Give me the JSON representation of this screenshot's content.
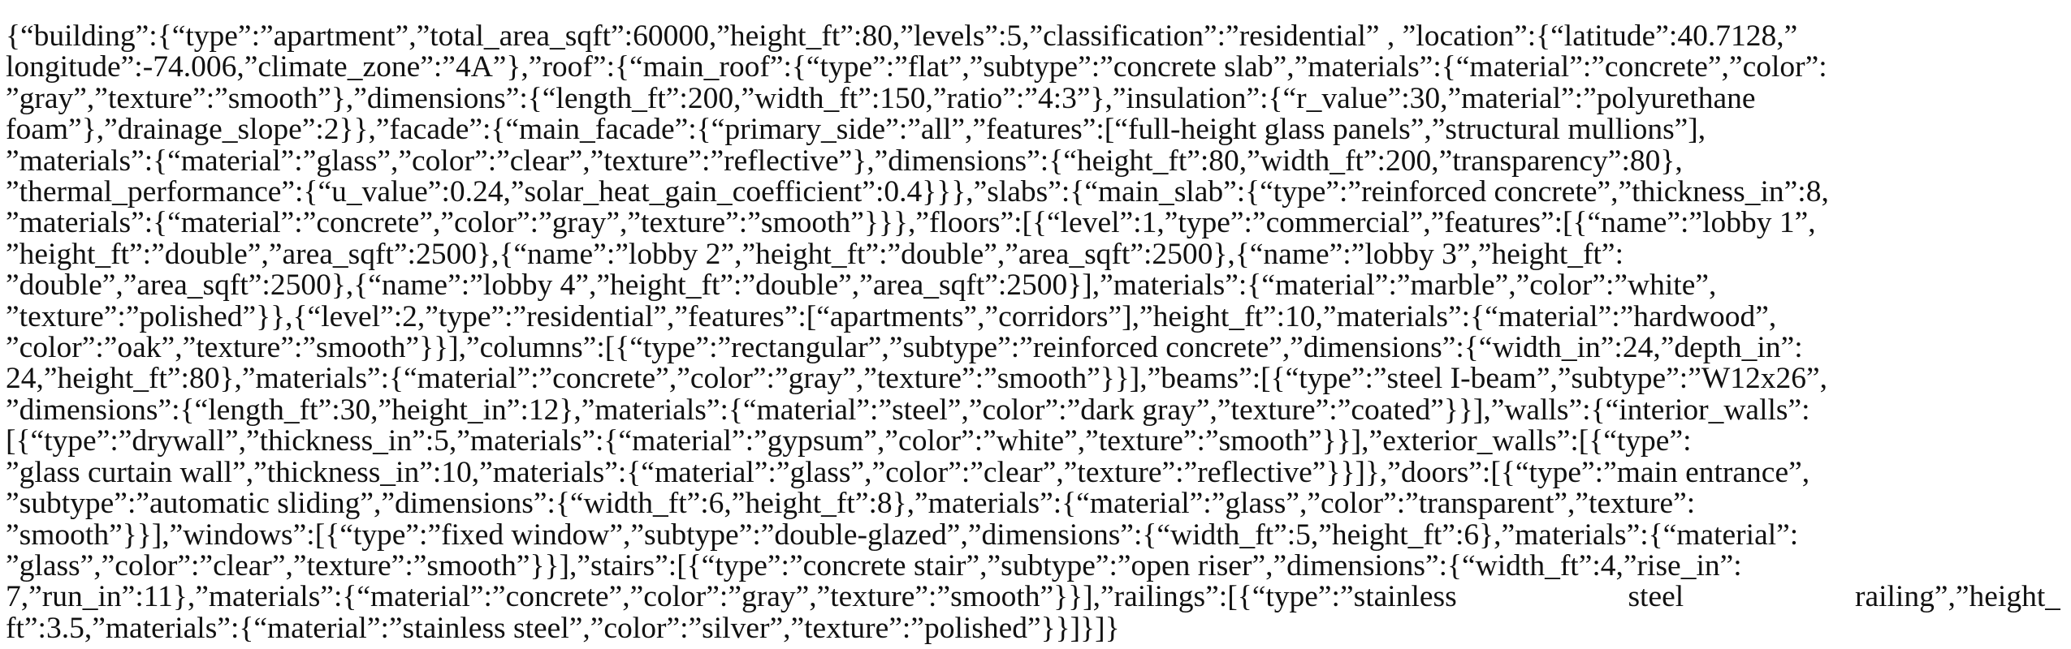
{
  "document": {
    "lines": [
      "{“building”:{“type”:”apartment”,”total_area_sqft”:60000,”height_ft”:80,”levels”:5,”classification”:”residential” , ”location”:{“latitude”:40.7128,”",
      "longitude”:-74.006,”climate_zone”:”4A”},”roof”:{“main_roof”:{“type”:”flat”,”subtype”:”concrete slab”,”materials”:{“material”:”concrete”,”color”:",
      "”gray”,”texture”:”smooth”},”dimensions”:{“length_ft”:200,”width_ft”:150,”ratio”:”4:3”},”insulation”:{“r_value”:30,”material”:”polyurethane",
      "foam”},”drainage_slope”:2}},”facade”:{“main_facade”:{“primary_side”:”all”,”features”:[“full-height glass panels”,”structural mullions”],",
      "”materials”:{“material”:”glass”,”color”:”clear”,”texture”:”reflective”},”dimensions”:{“height_ft”:80,”width_ft”:200,”transparency”:80},",
      "”thermal_performance”:{“u_value”:0.24,”solar_heat_gain_coefficient”:0.4}}},”slabs”:{“main_slab”:{“type”:”reinforced concrete”,”thickness_in”:8,",
      "”materials”:{“material”:”concrete”,”color”:”gray”,”texture”:”smooth”}}},”floors”:[{“level”:1,”type”:”commercial”,”features”:[{“name”:”lobby 1”,",
      "”height_ft”:”double”,”area_sqft”:2500},{“name”:”lobby 2”,”height_ft”:”double”,”area_sqft”:2500},{“name”:”lobby 3”,”height_ft”:",
      "”double”,”area_sqft”:2500},{“name”:”lobby 4”,”height_ft”:”double”,”area_sqft”:2500}],”materials”:{“material”:”marble”,”color”:”white”,",
      "”texture”:”polished”}},{“level”:2,”type”:”residential”,”features”:[“apartments”,”corridors”],”height_ft”:10,”materials”:{“material”:”hardwood”,",
      "”color”:”oak”,”texture”:”smooth”}}],”columns”:[{“type”:”rectangular”,”subtype”:”reinforced concrete”,”dimensions”:{“width_in”:24,”depth_in”:",
      "24,”height_ft”:80},”materials”:{“material”:”concrete”,”color”:”gray”,”texture”:”smooth”}}],”beams”:[{“type”:”steel I-beam”,”subtype”:”W12x26”,",
      "”dimensions”:{“length_ft”:30,”height_in”:12},”materials”:{“material”:”steel”,”color”:”dark gray”,”texture”:”coated”}}],”walls”:{“interior_walls”:",
      "[{“type”:”drywall”,”thickness_in”:5,”materials”:{“material”:”gypsum”,”color”:”white”,”texture”:”smooth”}}],”exterior_walls”:[{“type”:",
      "”glass curtain wall”,”thickness_in”:10,”materials”:{“material”:”glass”,”color”:”clear”,”texture”:”reflective”}}]},”doors”:[{“type”:”main entrance”,",
      "”subtype”:”automatic sliding”,”dimensions”:{“width_ft”:6,”height_ft”:8},”materials”:{“material”:”glass”,”color”:”transparent”,”texture”:",
      "”smooth”}}],”windows”:[{“type”:”fixed window”,”subtype”:”double-glazed”,”dimensions”:{“width_ft”:5,”height_ft”:6},”materials”:{“material”:",
      "”glass”,”color”:”clear”,”texture”:”smooth”}}],”stairs”:[{“type”:”concrete stair”,”subtype”:”open riser”,”dimensions”:{“width_ft”:4,”rise_in”:",
      "7,”run_in”:11},”materials”:{“material”:”concrete”,”color”:”gray”,”texture”:”smooth”}}],”railings”:[{“type”:”stainless steel railing”,”height_",
      "ft”:3.5,”materials”:{“material”:”stainless steel”,”color”:”silver”,”texture”:”polished”}}]}]}"
    ]
  }
}
